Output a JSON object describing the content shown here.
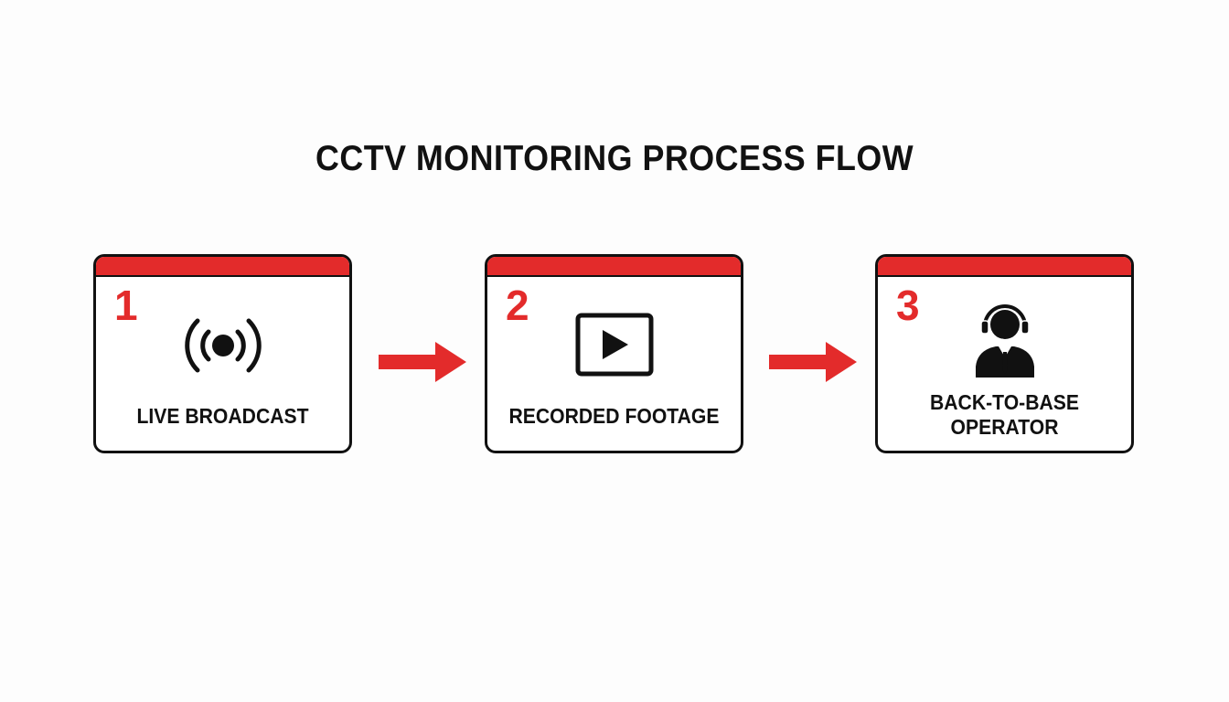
{
  "title": "CCTV MONITORING PROCESS FLOW",
  "colors": {
    "accent": "#e32b2b",
    "outline": "#111111",
    "background": "#fdfdfd"
  },
  "steps": [
    {
      "number": "1",
      "label_lines": [
        "LIVE BROADCAST"
      ],
      "icon": "broadcast-icon"
    },
    {
      "number": "2",
      "label_lines": [
        "RECORDED FOOTAGE"
      ],
      "icon": "play-video-icon"
    },
    {
      "number": "3",
      "label_lines": [
        "BACK-TO-BASE",
        "OPERATOR"
      ],
      "icon": "operator-headset-icon"
    }
  ]
}
